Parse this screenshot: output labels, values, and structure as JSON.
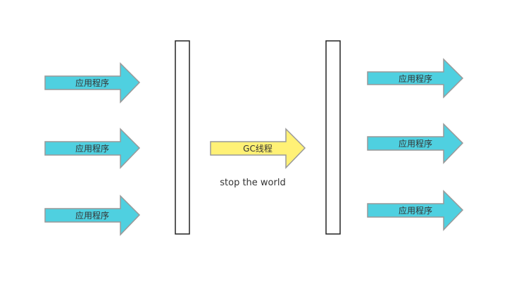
{
  "colors": {
    "app_arrow_fill": "#4fd0e0",
    "gc_arrow_fill": "#fff176",
    "arrow_stroke": "#999999",
    "bar_stroke": "#222222"
  },
  "left_arrows": [
    {
      "label": "应用程序"
    },
    {
      "label": "应用程序"
    },
    {
      "label": "应用程序"
    }
  ],
  "gc_arrow": {
    "label": "GC线程"
  },
  "caption": "stop the world",
  "right_arrows": [
    {
      "label": "应用程序"
    },
    {
      "label": "应用程序"
    },
    {
      "label": "应用程序"
    }
  ]
}
